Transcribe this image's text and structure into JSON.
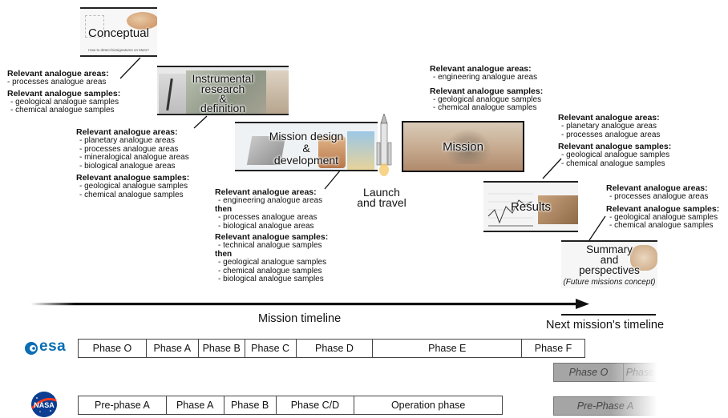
{
  "stages": {
    "conceptual": {
      "label": "Conceptual",
      "caption": "How to detect biosignatures on Mars?"
    },
    "instrumental": {
      "line1": "Instrumental",
      "line2": "research",
      "line3": "&",
      "line4": "definition"
    },
    "mission_design": {
      "line1": "Mission design",
      "line2": "&",
      "line3": "development"
    },
    "launch": {
      "line1": "Launch",
      "line2": "and travel"
    },
    "mission": {
      "label": "Mission"
    },
    "results": {
      "label": "Results"
    },
    "summary": {
      "line1": "Summary",
      "line2": "and",
      "line3": "perspectives",
      "note": "(Future missions concept)"
    }
  },
  "info_blocks": {
    "conceptual": {
      "areas_title": "Relevant analogue areas:",
      "areas": [
        "- processes analogue areas"
      ],
      "samples_title": "Relevant analogue samples:",
      "samples": [
        "- geological analogue samples",
        "- chemical analogue samples"
      ]
    },
    "instrumental": {
      "areas_title": "Relevant analogue areas:",
      "areas": [
        "- planetary analogue areas",
        "- processes analogue areas",
        "- mineralogical analogue areas",
        "- biological analogue areas"
      ],
      "samples_title": "Relevant analogue samples:",
      "samples": [
        "- geological analogue samples",
        "- chemical analogue samples"
      ]
    },
    "mission_design": {
      "areas_title": "Relevant analogue areas:",
      "areas_a": [
        "- engineering analogue areas"
      ],
      "then1": "then",
      "areas_b": [
        "- processes analogue areas",
        "- biological analogue areas"
      ],
      "samples_title": "Relevant analogue samples:",
      "samples_a": [
        "- technical analogue samples"
      ],
      "then2": "then",
      "samples_b": [
        "- geological analogue samples",
        "- chemical analogue samples",
        "- biological analogue samples"
      ]
    },
    "mission": {
      "areas_title": "Relevant analogue areas:",
      "areas": [
        "- engineering analogue areas"
      ],
      "samples_title": "Relevant analogue samples:",
      "samples": [
        "- geological analogue samples",
        "- chemical analogue samples"
      ]
    },
    "results": {
      "areas_title": "Relevant analogue areas:",
      "areas": [
        "- planetary analogue areas",
        "- processes analogue areas"
      ],
      "samples_title": "Relevant analogue samples:",
      "samples": [
        "- geological analogue samples",
        "- chemical analogue samples"
      ]
    },
    "summary": {
      "areas_title": "Relevant analogue areas:",
      "areas": [
        "- processes analogue areas"
      ],
      "samples_title": "Relevant analogue samples:",
      "samples": [
        "- geological analogue samples",
        "- chemical analogue samples"
      ]
    }
  },
  "timeline": {
    "mission_label": "Mission timeline",
    "next_label": "Next mission's timeline"
  },
  "agencies": {
    "esa": {
      "logo_text": "esa",
      "phases": [
        "Phase O",
        "Phase A",
        "Phase B",
        "Phase C",
        "Phase D",
        "Phase E",
        "Phase F"
      ],
      "next": [
        "Phase O",
        "Phase"
      ]
    },
    "nasa": {
      "logo_text": "NASA",
      "phases": [
        "Pre-phase A",
        "Phase A",
        "Phase B",
        "Phase C/D",
        "Operation phase"
      ],
      "next": [
        "Pre-Phase A"
      ]
    }
  },
  "colors": {
    "esa_blue": "#0a6eb4",
    "nasa_blue": "#0b3d91",
    "nasa_red": "#fc3d21",
    "mars": "#c98a5a"
  }
}
